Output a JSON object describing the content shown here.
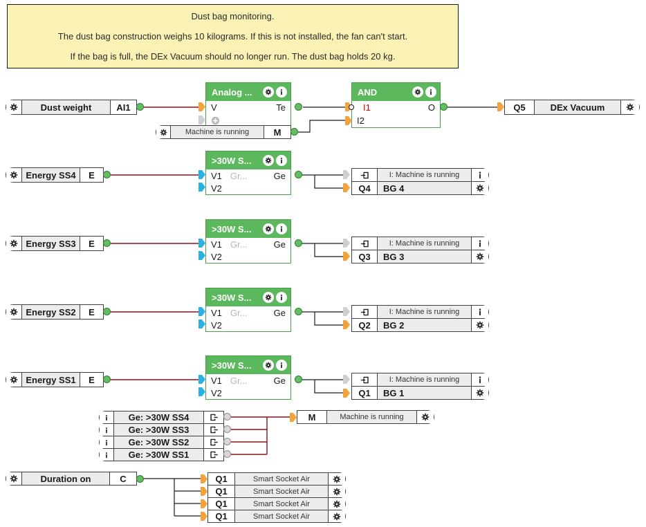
{
  "note": {
    "line1": "Dust bag monitoring.",
    "line2": "The dust bag construction weighs 10 kilograms. If this is not installed, the fan can't start.",
    "line3": "If the bag is full, the DEx Vacuum should no longer run. The dust bag holds 20 kg."
  },
  "row1": {
    "input": {
      "label": "Dust weight",
      "port": "AI1"
    },
    "analog_block": {
      "title": "Analog ...",
      "in_v": "V",
      "out_te": "Te"
    },
    "machine_ref": {
      "label": "Machine is running",
      "port": "M"
    },
    "and_block": {
      "title": "AND",
      "in1": "I1",
      "in2": "I2",
      "out": "O"
    },
    "output": {
      "port": "Q5",
      "label": "DEx Vacuum"
    }
  },
  "energy_rows": [
    {
      "input_label": "Energy SS4",
      "input_port": "E",
      "block_title": ">30W S...",
      "in1": "V1",
      "in2": "V2",
      "param": "Gr...",
      "out": "Ge",
      "flag_label": "I: Machine is running",
      "q_port": "Q4",
      "q_label": "BG 4"
    },
    {
      "input_label": "Energy SS3",
      "input_port": "E",
      "block_title": ">30W S...",
      "in1": "V1",
      "in2": "V2",
      "param": "Gr...",
      "out": "Ge",
      "flag_label": "I: Machine is running",
      "q_port": "Q3",
      "q_label": "BG 3"
    },
    {
      "input_label": "Energy SS2",
      "input_port": "E",
      "block_title": ">30W S...",
      "in1": "V1",
      "in2": "V2",
      "param": "Gr...",
      "out": "Ge",
      "flag_label": "I: Machine is running",
      "q_port": "Q2",
      "q_label": "BG 2"
    },
    {
      "input_label": "Energy SS1",
      "input_port": "E",
      "block_title": ">30W S...",
      "in1": "V1",
      "in2": "V2",
      "param": "Gr...",
      "out": "Ge",
      "flag_label": "I: Machine is running",
      "q_port": "Q1",
      "q_label": "BG 1"
    }
  ],
  "ge_refs": [
    {
      "label": "Ge: >30W SS4"
    },
    {
      "label": "Ge: >30W SS3"
    },
    {
      "label": "Ge: >30W SS2"
    },
    {
      "label": "Ge: >30W SS1"
    }
  ],
  "machine_flag": {
    "port": "M",
    "label": "Machine is running"
  },
  "duration_input": {
    "label": "Duration on",
    "port": "C"
  },
  "socket_outputs": [
    {
      "port": "Q1",
      "label": "Smart Socket Air"
    },
    {
      "port": "Q1",
      "label": "Smart Socket Air"
    },
    {
      "port": "Q1",
      "label": "Smart Socket Air"
    },
    {
      "port": "Q1",
      "label": "Smart Socket Air"
    }
  ],
  "icons": {
    "gear": "settings-gear",
    "info": "info-i",
    "flag_in": "arrow-into-box",
    "flag_out": "box-with-arrow-out",
    "add": "plus-circle"
  },
  "colors": {
    "block_header_green": "#5cb85c",
    "connector_green": "#65bd63",
    "arrow_orange": "#f3a33c",
    "arrow_cyan": "#2ab1e3",
    "arrow_grey": "#cfcfcf",
    "wire_dark_red": "#8a1212",
    "wire_black": "#1a1a1a",
    "note_bg": "#faf1b5",
    "negated_input_red": "#d40000",
    "param_grey": "#b3b3b3"
  }
}
